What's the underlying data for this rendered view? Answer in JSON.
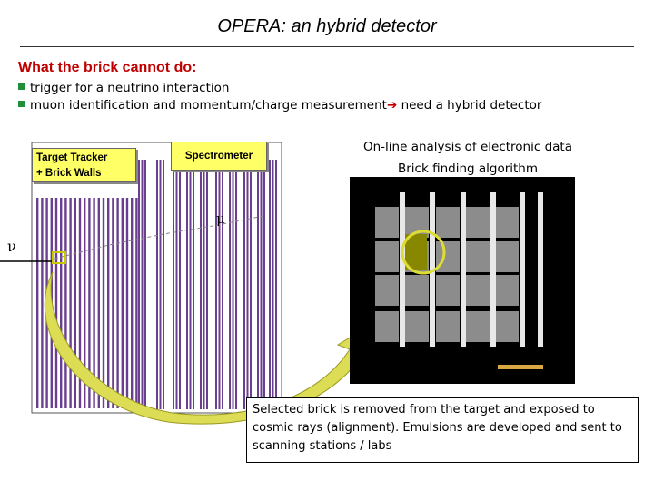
{
  "title": "OPERA: an hybrid detector",
  "subheading": "What the brick cannot do:",
  "bullets": [
    {
      "text": "trigger for a neutrino interaction",
      "suffix": ""
    },
    {
      "text": "muon identification and momentum/charge measurement",
      "suffix": " need a hybrid detector"
    }
  ],
  "online": {
    "line1": "On-line analysis of electronic data",
    "line2": "Brick finding algorithm"
  },
  "labels": {
    "target_tracker_line1": "Target Tracker",
    "target_tracker_line2": "+ Brick Walls",
    "spectrometer": "Spectrometer"
  },
  "symbols": {
    "neutrino": "ν",
    "muon": "μ"
  },
  "caption": "Selected brick is removed from the target and exposed to cosmic rays (alignment). Emulsions are developed and sent to scanning stations / labs",
  "colors": {
    "title_rule": "#333333",
    "subheading": "#c00000",
    "bullet_marker": "#1f8f3a",
    "label_bg": "#ffff66",
    "detector_plates": "#6b3f8f",
    "brick_highlight": "#c8c800",
    "arrow": "#dddd55"
  },
  "icons": {
    "bullet": "square-bullet",
    "implies": "right-arrow-icon"
  }
}
